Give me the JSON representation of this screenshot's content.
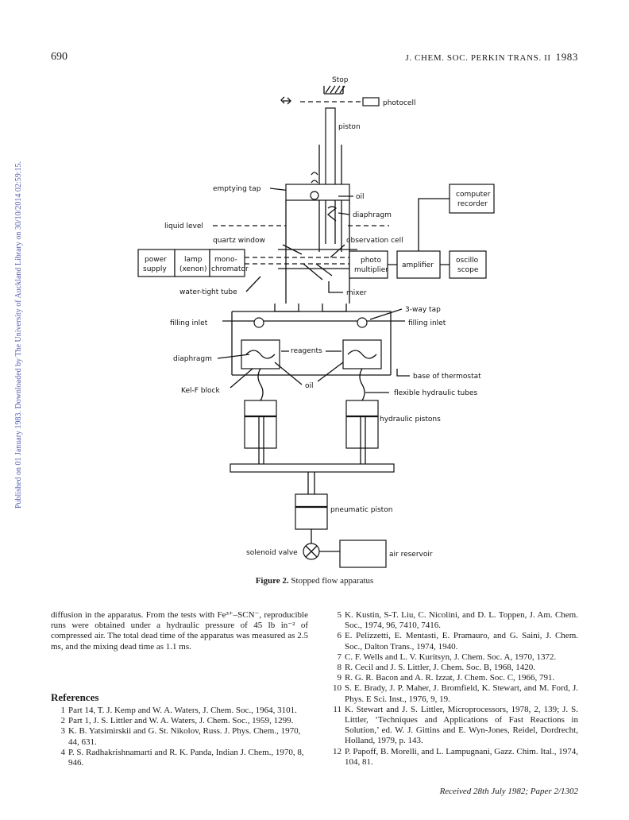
{
  "header": {
    "page_number": "690",
    "running_title": "J. CHEM. SOC. PERKIN TRANS. II",
    "year": "1983"
  },
  "sidebar_note": "Published on 01 January 1983. Downloaded by The University of Auckland Library on 30/10/2014 02:59:15.",
  "figure": {
    "labels": {
      "stop": "Stop",
      "photocell": "photocell",
      "piston": "piston",
      "emptying_tap": "emptying tap",
      "oil_top": "oil",
      "diaphragm_top": "diaphragm",
      "liquid_level": "liquid level",
      "quartz_window": "quartz window",
      "observation_cell": "observation cell",
      "computer_recorder_1": "computer",
      "computer_recorder_2": "recorder",
      "power_supply_1": "power",
      "power_supply_2": "supply",
      "lamp_1": "lamp",
      "lamp_2": "(xenon)",
      "mono_1": "mono-",
      "mono_2": "chromator",
      "photo_1": "photo",
      "photo_2": "multiplier",
      "amplifier": "amplifier",
      "oscillo_1": "oscillo",
      "oscillo_2": "scope",
      "water_tight_tube": "water-tight tube",
      "mixer": "mixer",
      "three_way_tap": "3-way tap",
      "filling_inlet_left": "filling inlet",
      "filling_inlet_right": "filling inlet",
      "reagents": "reagents",
      "diaphragm_left": "diaphragm",
      "base_of_thermostat": "base of thermostat",
      "oil_bottom": "oil",
      "kel_f_block": "Kel-F block",
      "flexible_hydraulic_tubes": "flexible hydraulic tubes",
      "hydraulic_pistons": "hydraulic pistons",
      "pneumatic_piston": "pneumatic piston",
      "solenoid_valve": "solenoid valve",
      "air_reservoir": "air reservoir"
    },
    "caption_label": "Figure 2.",
    "caption_text": "Stopped flow apparatus"
  },
  "body_text": "diffusion in the apparatus. From the tests with Fe³⁺–SCN⁻, reproducible runs were obtained under a hydraulic pressure of 45 lb in⁻² of compressed air. The total dead time of the apparatus was measured as 2.5 ms, and the mixing dead time as 1.1 ms.",
  "references_heading": "References",
  "references_left": [
    {
      "num": "1",
      "text": "Part 14, T. J. Kemp and W. A. Waters, J. Chem. Soc., 1964, 3101."
    },
    {
      "num": "2",
      "text": "Part 1, J. S. Littler and W. A. Waters, J. Chem. Soc., 1959, 1299."
    },
    {
      "num": "3",
      "text": "K. B. Yatsimirskii and G. St. Nikolov, Russ. J. Phys. Chem., 1970, 44, 631."
    },
    {
      "num": "4",
      "text": "P. S. Radhakrishnamarti and R. K. Panda, Indian J. Chem., 1970, 8, 946."
    }
  ],
  "references_right": [
    {
      "num": "5",
      "text": "K. Kustin, S-T. Liu, C. Nicolini, and D. L. Toppen, J. Am. Chem. Soc., 1974, 96, 7410, 7416."
    },
    {
      "num": "6",
      "text": "E. Pelizzetti, E. Mentasti, E. Pramauro, and G. Saini, J. Chem. Soc., Dalton Trans., 1974, 1940."
    },
    {
      "num": "7",
      "text": "C. F. Wells and L. V. Kuritsyn, J. Chem. Soc. A, 1970, 1372."
    },
    {
      "num": "8",
      "text": "R. Cecil and J. S. Littler, J. Chem. Soc. B, 1968, 1420."
    },
    {
      "num": "9",
      "text": "R. G. R. Bacon and A. R. Izzat, J. Chem. Soc. C, 1966, 791."
    },
    {
      "num": "10",
      "text": "S. E. Brady, J. P. Maher, J. Bromfield, K. Stewart, and M. Ford, J. Phys. E Sci. Inst., 1976, 9, 19."
    },
    {
      "num": "11",
      "text": "K. Stewart and J. S. Littler, Microprocessors, 1978, 2, 139; J. S. Littler, ‘Techniques and Applications of Fast Reactions in Solution,’ ed. W. J. Gittins and E. Wyn-Jones, Reidel, Dordrecht, Holland, 1979, p. 143."
    },
    {
      "num": "12",
      "text": "P. Papoff, B. Morelli, and L. Lampugnani, Gazz. Chim. Ital., 1974, 104, 81."
    }
  ],
  "received": "Received 28th July 1982; Paper 2/1302"
}
